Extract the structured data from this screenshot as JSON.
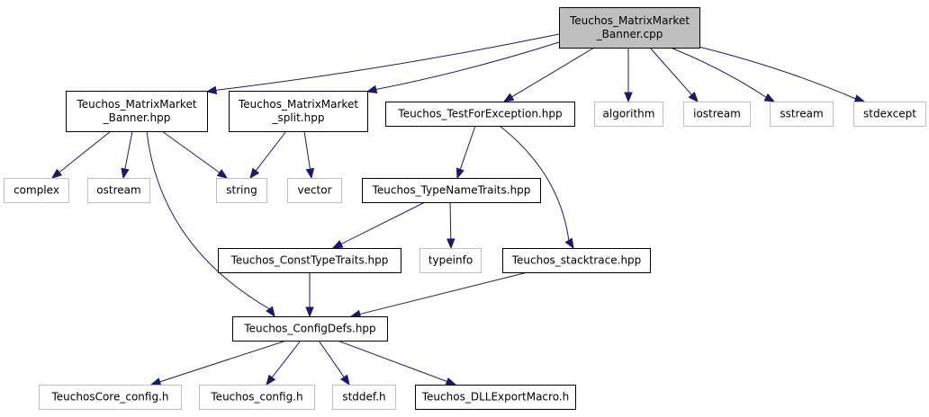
{
  "graph": {
    "colors": {
      "edge": "#191970",
      "root_fill": "#bfbfbf",
      "documented_border": "#000000",
      "external_border": "#bfbfbf"
    },
    "nodes": [
      {
        "id": "root",
        "lines": [
          "Teuchos_MatrixMarket",
          "_Banner.cpp"
        ],
        "kind": "root"
      },
      {
        "id": "banner_hpp",
        "lines": [
          "Teuchos_MatrixMarket",
          "_Banner.hpp"
        ],
        "kind": "documented"
      },
      {
        "id": "split_hpp",
        "lines": [
          "Teuchos_MatrixMarket",
          "_split.hpp"
        ],
        "kind": "documented"
      },
      {
        "id": "testforexception_hpp",
        "lines": [
          "Teuchos_TestForException.hpp"
        ],
        "kind": "documented"
      },
      {
        "id": "algorithm",
        "lines": [
          "algorithm"
        ],
        "kind": "external"
      },
      {
        "id": "iostream",
        "lines": [
          "iostream"
        ],
        "kind": "external"
      },
      {
        "id": "sstream",
        "lines": [
          "sstream"
        ],
        "kind": "external"
      },
      {
        "id": "stdexcept",
        "lines": [
          "stdexcept"
        ],
        "kind": "external"
      },
      {
        "id": "complex",
        "lines": [
          "complex"
        ],
        "kind": "external"
      },
      {
        "id": "ostream",
        "lines": [
          "ostream"
        ],
        "kind": "external"
      },
      {
        "id": "string",
        "lines": [
          "string"
        ],
        "kind": "external"
      },
      {
        "id": "vector",
        "lines": [
          "vector"
        ],
        "kind": "external"
      },
      {
        "id": "typenametraits_hpp",
        "lines": [
          "Teuchos_TypeNameTraits.hpp"
        ],
        "kind": "documented"
      },
      {
        "id": "consttypetraits_hpp",
        "lines": [
          "Teuchos_ConstTypeTraits.hpp"
        ],
        "kind": "documented"
      },
      {
        "id": "typeinfo",
        "lines": [
          "typeinfo"
        ],
        "kind": "external"
      },
      {
        "id": "stacktrace_hpp",
        "lines": [
          "Teuchos_stacktrace.hpp"
        ],
        "kind": "documented"
      },
      {
        "id": "configdefs_hpp",
        "lines": [
          "Teuchos_ConfigDefs.hpp"
        ],
        "kind": "documented"
      },
      {
        "id": "teuchoscore_config_h",
        "lines": [
          "TeuchosCore_config.h"
        ],
        "kind": "external"
      },
      {
        "id": "teuchos_config_h",
        "lines": [
          "Teuchos_config.h"
        ],
        "kind": "external"
      },
      {
        "id": "stddef_h",
        "lines": [
          "stddef.h"
        ],
        "kind": "external"
      },
      {
        "id": "dllexportmacro_h",
        "lines": [
          "Teuchos_DLLExportMacro.h"
        ],
        "kind": "documented"
      }
    ],
    "edges": [
      {
        "from": "root",
        "to": "banner_hpp"
      },
      {
        "from": "root",
        "to": "split_hpp"
      },
      {
        "from": "root",
        "to": "testforexception_hpp"
      },
      {
        "from": "root",
        "to": "algorithm"
      },
      {
        "from": "root",
        "to": "iostream"
      },
      {
        "from": "root",
        "to": "sstream"
      },
      {
        "from": "root",
        "to": "stdexcept"
      },
      {
        "from": "banner_hpp",
        "to": "complex"
      },
      {
        "from": "banner_hpp",
        "to": "ostream"
      },
      {
        "from": "banner_hpp",
        "to": "string"
      },
      {
        "from": "banner_hpp",
        "to": "configdefs_hpp"
      },
      {
        "from": "split_hpp",
        "to": "string"
      },
      {
        "from": "split_hpp",
        "to": "vector"
      },
      {
        "from": "testforexception_hpp",
        "to": "typenametraits_hpp"
      },
      {
        "from": "testforexception_hpp",
        "to": "stacktrace_hpp"
      },
      {
        "from": "typenametraits_hpp",
        "to": "consttypetraits_hpp"
      },
      {
        "from": "typenametraits_hpp",
        "to": "typeinfo"
      },
      {
        "from": "consttypetraits_hpp",
        "to": "configdefs_hpp"
      },
      {
        "from": "stacktrace_hpp",
        "to": "configdefs_hpp"
      },
      {
        "from": "configdefs_hpp",
        "to": "teuchoscore_config_h"
      },
      {
        "from": "configdefs_hpp",
        "to": "teuchos_config_h"
      },
      {
        "from": "configdefs_hpp",
        "to": "stddef_h"
      },
      {
        "from": "configdefs_hpp",
        "to": "dllexportmacro_h"
      }
    ]
  }
}
